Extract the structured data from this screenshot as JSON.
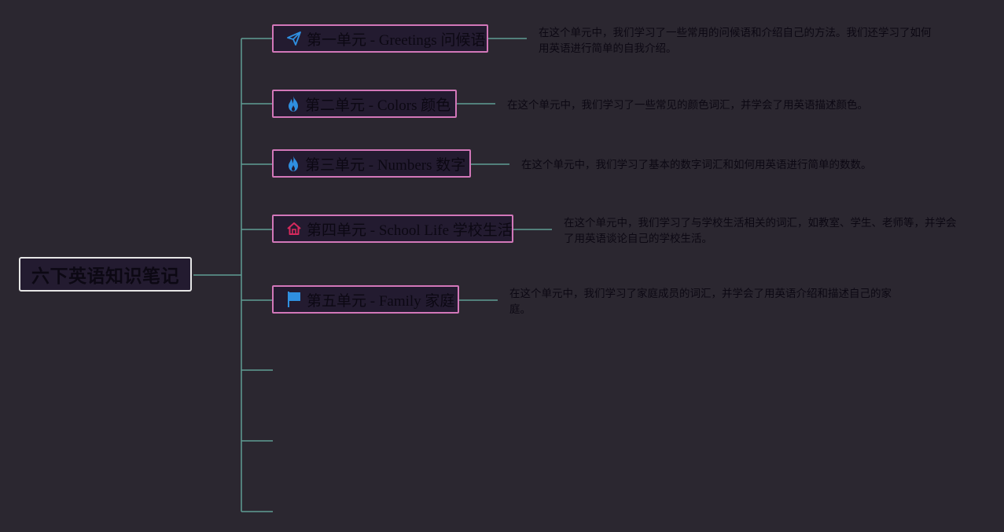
{
  "root": {
    "title": "六下英语知识笔记"
  },
  "colors": {
    "background": "#2b2730",
    "connector": "#5f9e94",
    "node_border": "#d277b9",
    "node_fill": "#231b30",
    "text": "#0c0813",
    "icon_blue": "#2f8fe0",
    "icon_red": "#d6295d"
  },
  "units": [
    {
      "title": "第一单元 - Greetings 问候语",
      "icon": "paper-plane-icon",
      "note": "在这个单元中，我们学习了一些常用的问候语和介绍自己的方法。我们还学习了如何用英语进行简单的自我介绍。"
    },
    {
      "title": "第二单元 - Colors 颜色",
      "icon": "flame-icon",
      "note": "在这个单元中，我们学习了一些常见的颜色词汇，并学会了用英语描述颜色。"
    },
    {
      "title": "第三单元 - Numbers 数字",
      "icon": "flame-icon",
      "note": "在这个单元中，我们学习了基本的数字词汇和如何用英语进行简单的数数。"
    },
    {
      "title": "第四单元 - School Life 学校生活",
      "icon": "house-icon",
      "note": "在这个单元中，我们学习了与学校生活相关的词汇，如教室、学生、老师等，并学会了用英语谈论自己的学校生活。"
    },
    {
      "title": "第五单元 - Family 家庭",
      "icon": "flag-icon",
      "note": "在这个单元中，我们学习了家庭成员的词汇，并学会了用英语介绍和描述自己的家庭。"
    }
  ]
}
